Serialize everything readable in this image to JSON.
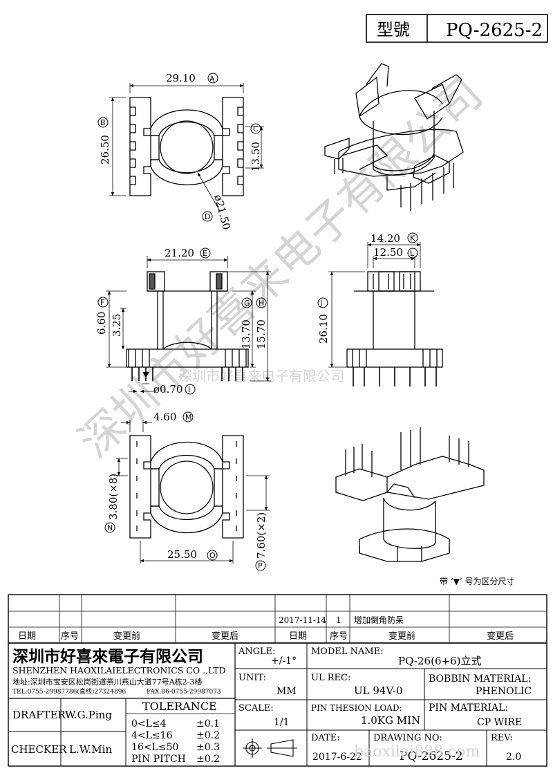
{
  "header": {
    "type_label": "型號",
    "model_value": "PQ-2625-2"
  },
  "dimensions": {
    "A": {
      "value": "29.10",
      "letter": "A"
    },
    "B": {
      "value": "26.50",
      "letter": "B"
    },
    "C": {
      "value": "13.50",
      "letter": "C"
    },
    "D": {
      "value": "ø21.50",
      "letter": "D"
    },
    "E": {
      "value": "21.20",
      "letter": "E"
    },
    "F": {
      "value": "6.60",
      "letter": "F"
    },
    "F2": {
      "value": "3.25"
    },
    "G": {
      "value": "13.70",
      "letter": "G"
    },
    "H": {
      "value": "15.70",
      "letter": "H"
    },
    "I": {
      "value": "ø0.70",
      "letter": "I"
    },
    "J": {
      "value": "26.10",
      "letter": "J"
    },
    "K": {
      "value": "14.20",
      "letter": "K"
    },
    "L": {
      "value": "12.50",
      "letter": "L"
    },
    "M": {
      "value": "4.60",
      "letter": "M"
    },
    "N": {
      "value": "3.80(×8)",
      "letter": "N"
    },
    "O": {
      "value": "25.50",
      "letter": "O"
    },
    "P": {
      "value": "7.60(×2)",
      "letter": "P"
    }
  },
  "note": "带 ‘▼’ 号为区分尺寸",
  "watermark": {
    "main": "深圳市好喜来电子有限公司",
    "center": "深圳市好喜来电子有限公司"
  },
  "revision_table": {
    "entry": {
      "date": "2017-11-14",
      "seq": "1",
      "desc": "增加倒角防呆"
    },
    "headers": [
      "日期",
      "序号",
      "变更前",
      "变更后",
      "日期",
      "序号",
      "变更前",
      "变更后"
    ]
  },
  "company": {
    "cn": "深圳市好喜來電子有限公司",
    "en": "SHENZHEN HAOXILAIELECTRONICS CO .,LTD",
    "address": "地址:深圳市宝安区松岗街道燕川燕山大道77号A栋2-3楼",
    "tel": "TEL:0755-29987786(直线)27324896",
    "fax": "FAX:86-0755-29987073"
  },
  "title_block": {
    "angle_label": "ANGLE:",
    "angle_value": "+/-1°",
    "model_label": "MODEL NAME:",
    "model_value": "PQ-26(6+6)立式",
    "unit_label": "UNIT:",
    "unit_value": "MM",
    "ul_label": "UL REC:",
    "ul_value": "UL 94V-0",
    "bobbin_label": "BOBBIN MATERIAL:",
    "bobbin_value": "PHENOLIC",
    "scale_label": "SCALE:",
    "scale_value": "1/1",
    "pin_load_label": "PIN THESION LOAD:",
    "pin_load_value": "1.0KG MIN",
    "pin_mat_label": "PIN MATERIAL:",
    "pin_mat_value": "CP  WIRE",
    "date_label": "DATE:",
    "date_value": "2017-6-22",
    "drawing_label": "DRAWING NO:",
    "drawing_value": "PQ-2625-2",
    "rev_label": "REV:",
    "rev_value": "2.0",
    "drafter_label": "DRAFTER",
    "drafter_value": "W.G.Ping",
    "checker_label": "CHECKER",
    "checker_value": "L.W.Min",
    "tolerance_title": "TOLERANCE",
    "tolerance_rows": [
      {
        "range": "0<L≤4",
        "tol": "±0.1"
      },
      {
        "range": "4<L≤16",
        "tol": "±0.2"
      },
      {
        "range": "16<L≤50",
        "tol": "±0.3"
      },
      {
        "range": "PIN PITCH",
        "tol": "±0.2"
      }
    ],
    "website": "baoxilai888.com"
  }
}
